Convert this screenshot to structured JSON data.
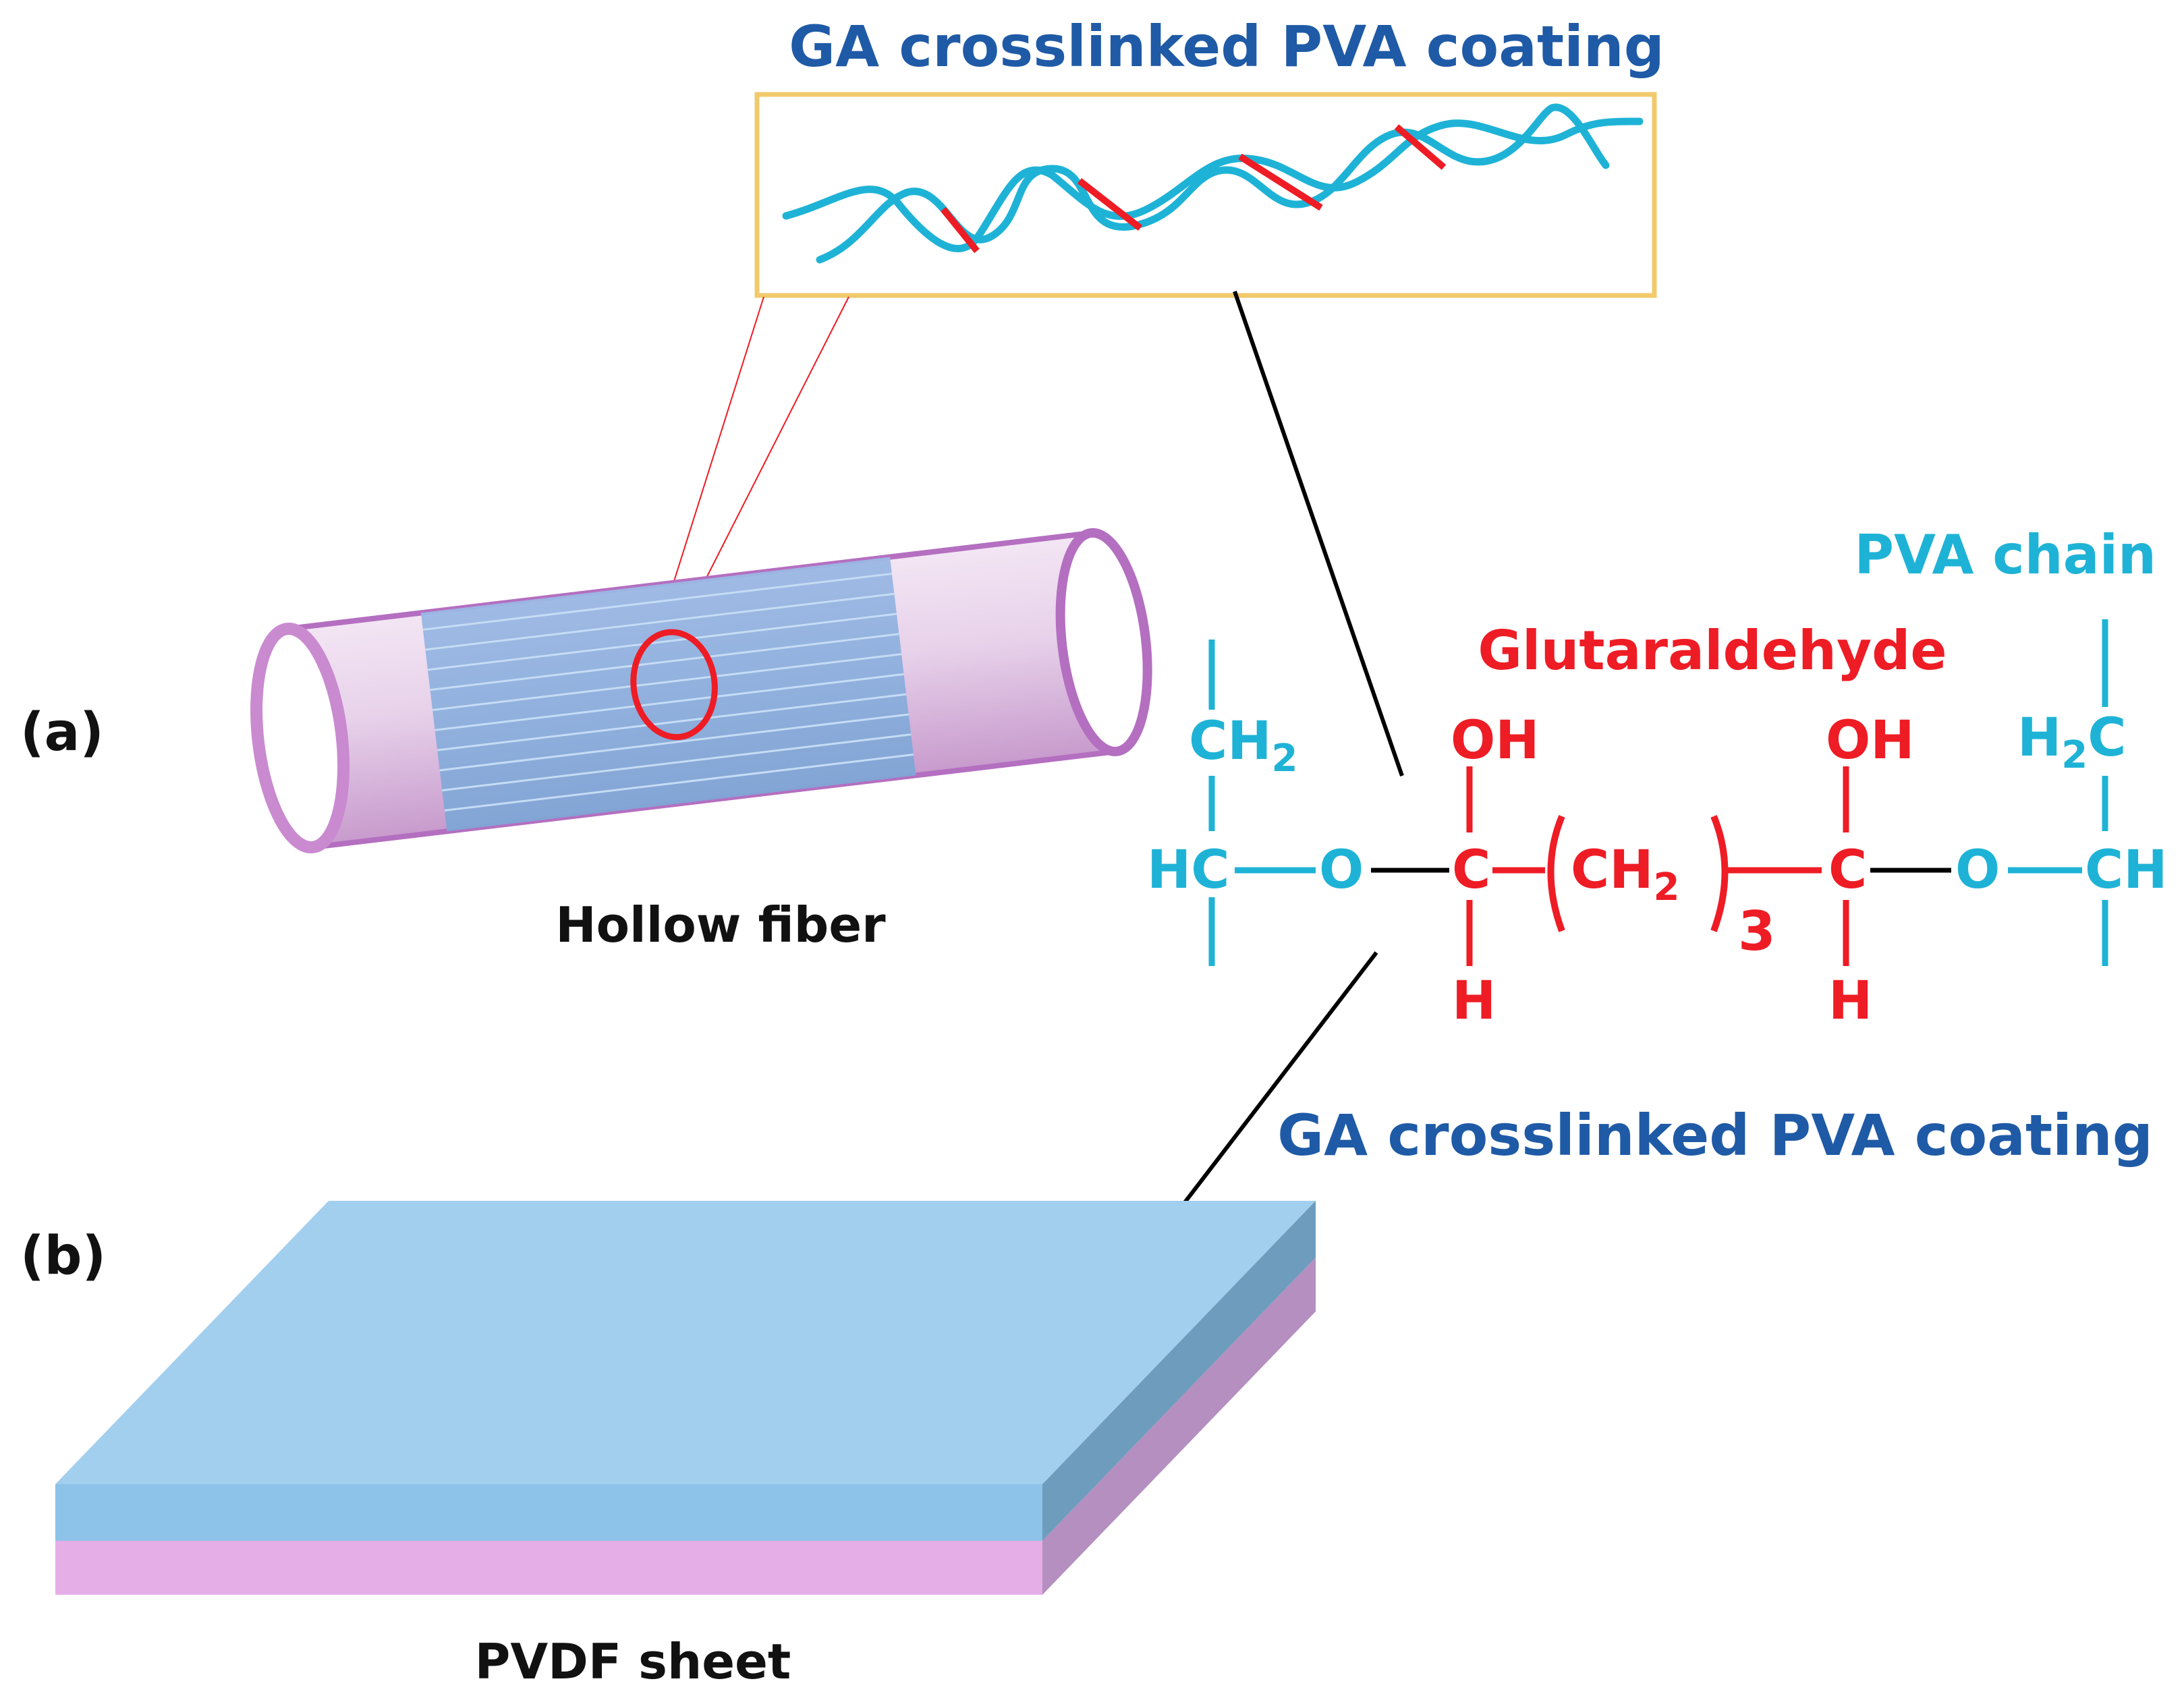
{
  "labels": {
    "top_title": "GA crosslinked PVA coating",
    "mid_title": "GA crosslinked PVA coating",
    "panel_a": "(a)",
    "panel_b": "(b)",
    "hollow_fiber": "Hollow fiber",
    "pvdf_sheet": "PVDF sheet",
    "pva_chain": "PVA chain",
    "glutaraldehyde": "Glutaraldehyde"
  },
  "chemistry": {
    "left_ch2": "CH",
    "left_ch2_sub": "2",
    "left_hc": "HC",
    "o_left": "O",
    "c_left": "C",
    "oh_left": "OH",
    "h_left": "H",
    "ch2_mid": "CH",
    "ch2_mid_sub": "2",
    "repeat_count": "3",
    "c_right": "C",
    "oh_right": "OH",
    "h_right": "H",
    "o_right": "O",
    "ch_right": "CH",
    "h2c_h": "H",
    "h2c_sub": "2",
    "h2c_c": "C"
  },
  "colors": {
    "title_blue": "#1F5AA6",
    "pva_cyan": "#1EB3D6",
    "ga_red": "#EE1C25",
    "inset_border": "#F2C96B",
    "coating_blue": "#A3CFEE",
    "sheet_pink": "#E6AEE6"
  }
}
